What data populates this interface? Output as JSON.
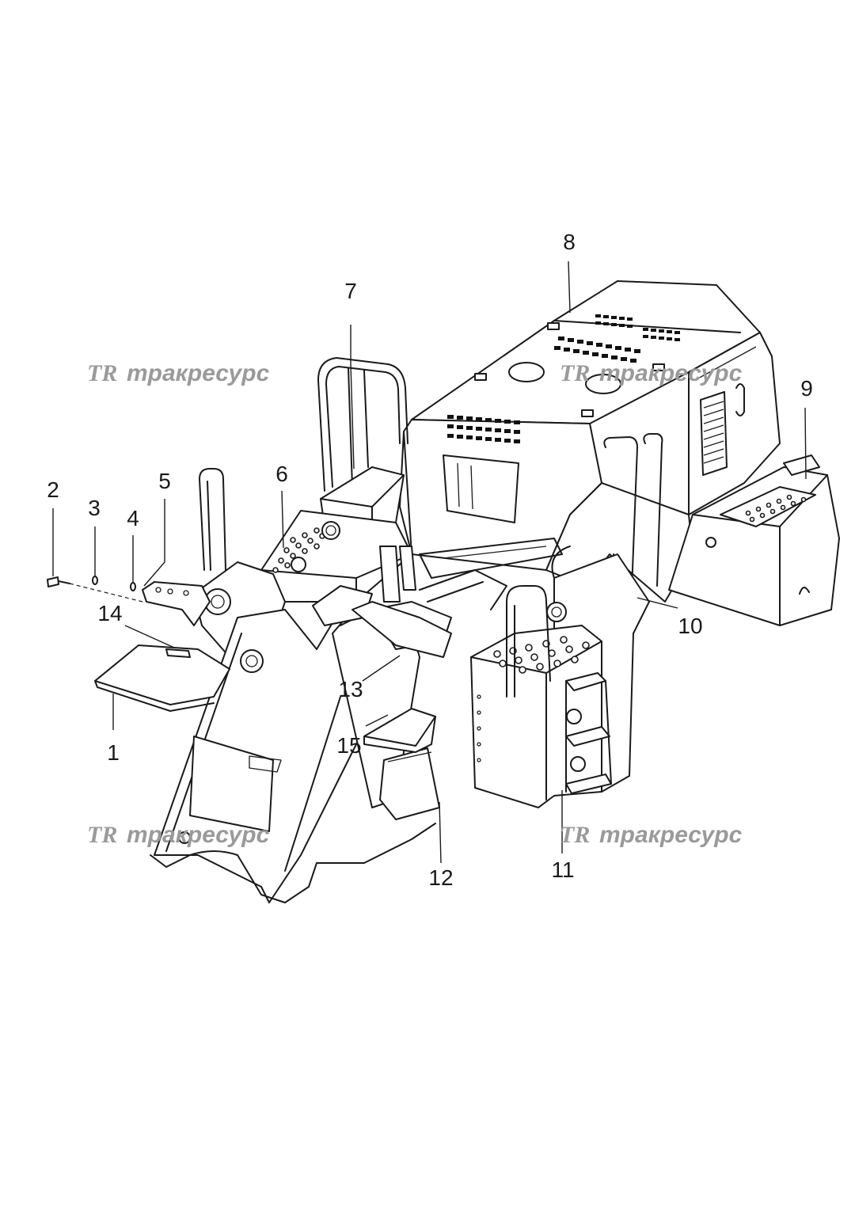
{
  "diagram": {
    "callouts": [
      {
        "id": "1",
        "text": "1"
      },
      {
        "id": "2",
        "text": "2"
      },
      {
        "id": "3",
        "text": "3"
      },
      {
        "id": "4",
        "text": "4"
      },
      {
        "id": "5",
        "text": "5"
      },
      {
        "id": "6",
        "text": "6"
      },
      {
        "id": "7",
        "text": "7"
      },
      {
        "id": "8",
        "text": "8"
      },
      {
        "id": "9",
        "text": "9"
      },
      {
        "id": "10",
        "text": "10"
      },
      {
        "id": "11",
        "text": "11"
      },
      {
        "id": "12",
        "text": "12"
      },
      {
        "id": "13",
        "text": "13"
      },
      {
        "id": "14",
        "text": "14"
      },
      {
        "id": "15",
        "text": "15"
      }
    ],
    "watermark": {
      "logo": "TR",
      "text": "тракресурс"
    }
  }
}
